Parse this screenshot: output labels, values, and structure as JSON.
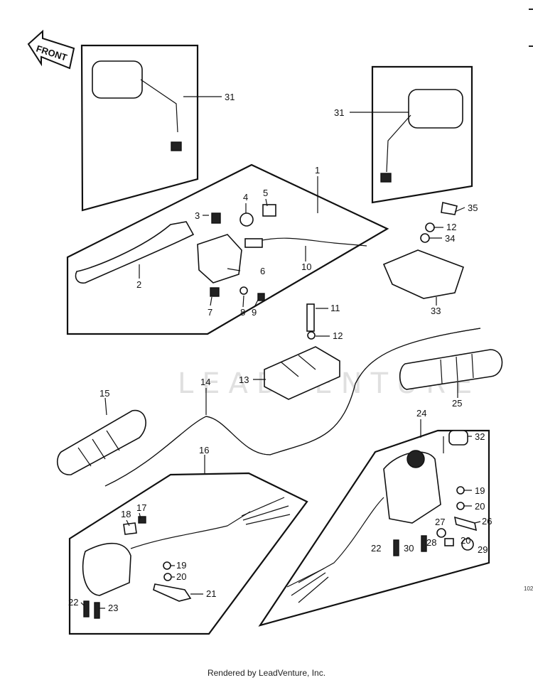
{
  "front_label": "FRONT",
  "watermark": "LEADVENTURE",
  "page_ref": "102",
  "footer": "Rendered by LeadVenture, Inc.",
  "callouts": {
    "c31a": "31",
    "c31b": "31",
    "c1": "1",
    "c2": "2",
    "c3": "3",
    "c4": "4",
    "c5": "5",
    "c6": "6",
    "c7": "7",
    "c8": "8",
    "c9": "9",
    "c10": "10",
    "c11": "11",
    "c12a": "12",
    "c12b": "12",
    "c13": "13",
    "c14": "14",
    "c15": "15",
    "c16": "16",
    "c17": "17",
    "c18": "18",
    "c19a": "19",
    "c19b": "19",
    "c20a": "20",
    "c20b": "20",
    "c20c": "20",
    "c21": "21",
    "c22a": "22",
    "c22b": "22",
    "c23": "23",
    "c24": "24",
    "c25": "25",
    "c26": "26",
    "c27": "27",
    "c28": "28",
    "c29": "29",
    "c30": "30",
    "c32": "32",
    "c33": "33",
    "c34": "34",
    "c35": "35"
  }
}
